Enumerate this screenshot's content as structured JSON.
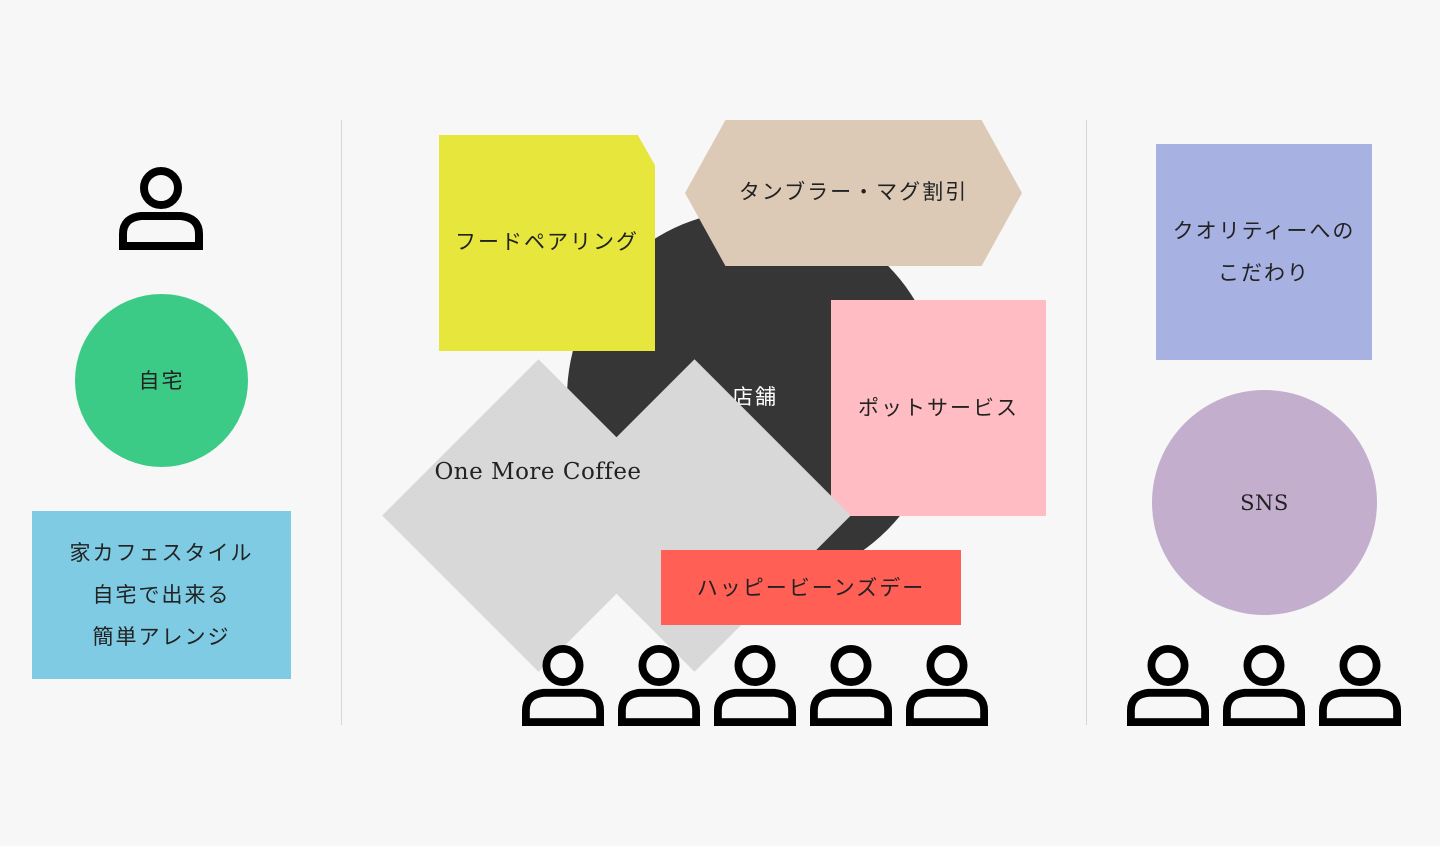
{
  "left": {
    "home_label": "自宅",
    "cafe_lines": [
      "家カフェスタイル",
      "自宅で出来る",
      "簡単アレンジ"
    ]
  },
  "center": {
    "store_label": "店舗",
    "food_label": "フードペアリング",
    "tumbler_label": "タンブラー・マグ割引",
    "pot_label": "ポットサービス",
    "coffee_label": "One More Coffee",
    "happy_label": "ハッピービーンズデー"
  },
  "right": {
    "quality_lines": [
      "クオリティーへの",
      "こだわり"
    ],
    "sns_label": "SNS"
  },
  "colors": {
    "background": "#f7f7f7",
    "home": "#3ccb87",
    "cafe": "#7ecbe3",
    "store": "#363636",
    "food": "#e6e63c",
    "tumbler": "#dccab7",
    "pot": "#ffbcc3",
    "coffee": "#d8d8d8",
    "happy": "#ff5f55",
    "quality": "#a7b2e2",
    "sns": "#c3aece"
  },
  "icons": {
    "person": "person-icon"
  }
}
